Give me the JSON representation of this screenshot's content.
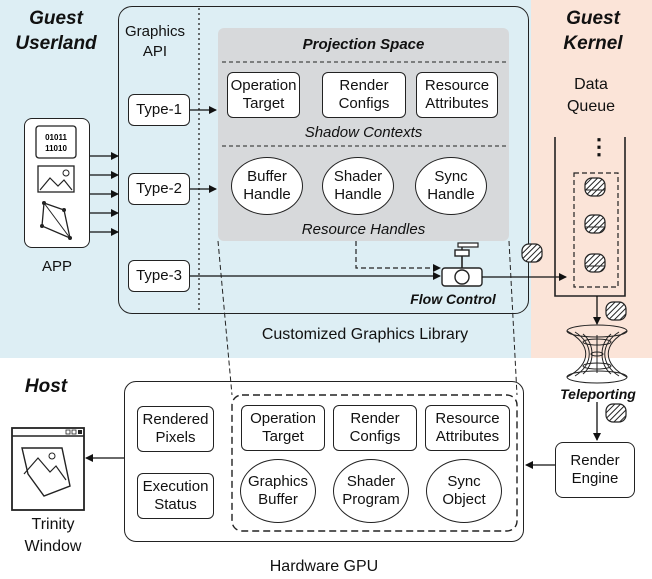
{
  "regions": {
    "guest_userland": "Guest\nUserland",
    "guest_kernel": "Guest\nKernel",
    "host": "Host"
  },
  "app": {
    "label": "APP",
    "binary_text": "01011\n11010"
  },
  "graphics_api": {
    "title": "Graphics\nAPI",
    "types": [
      "Type-1",
      "Type-2",
      "Type-3"
    ]
  },
  "projection_space": {
    "title": "Projection Space",
    "shadow_contexts_label": "Shadow Contexts",
    "resource_handles_label": "Resource Handles",
    "shadow_contexts": [
      "Operation\nTarget",
      "Render\nConfigs",
      "Resource\nAttributes"
    ],
    "resource_handles": [
      "Buffer\nHandle",
      "Shader\nHandle",
      "Sync\nHandle"
    ]
  },
  "flow_control": "Flow Control",
  "library_label": "Customized Graphics Library",
  "data_queue": {
    "title": "Data\nQueue",
    "ellipsis": "⋮"
  },
  "teleporting": "Teleporting",
  "render_engine": "Render\nEngine",
  "hardware_gpu": {
    "label": "Hardware GPU",
    "left_boxes": [
      "Rendered\nPixels",
      "Execution\nStatus"
    ],
    "contexts": [
      "Operation\nTarget",
      "Render\nConfigs",
      "Resource\nAttributes"
    ],
    "objects": [
      "Graphics\nBuffer",
      "Shader\nProgram",
      "Sync\nObject"
    ]
  },
  "trinity_window": "Trinity\nWindow",
  "colors": {
    "userland_bg": "#ddeef4",
    "kernel_bg": "#fbe4d8",
    "projection_gray": "#d7d9db"
  }
}
